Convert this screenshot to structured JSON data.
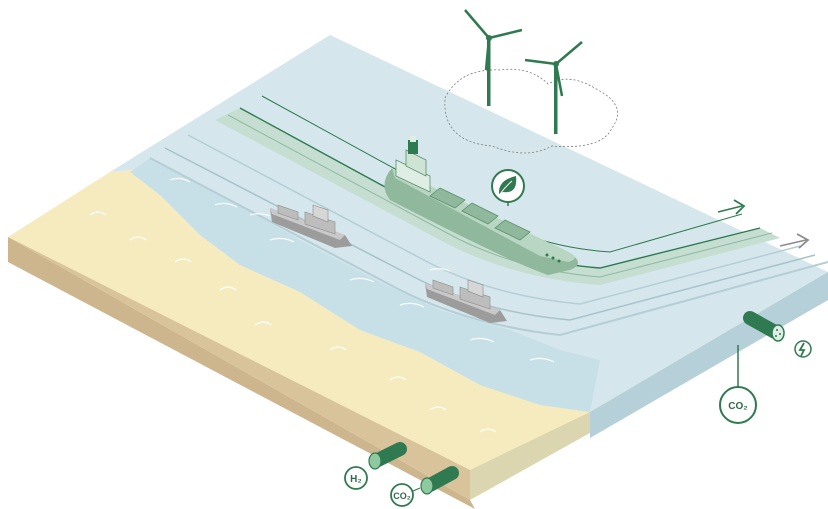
{
  "labels": {
    "co2_sea": "CO₂",
    "h2_pipe": "H₂",
    "co2_pipe": "CO₂"
  },
  "icons": {
    "ship_badge": "leaf-icon",
    "power_badge": "lightning-icon",
    "turbines": "wind-turbine-icon"
  },
  "colors": {
    "sea": "#d5e7ec",
    "sea_edge": "#b9d4dc",
    "lane_green": "#cfe3d8",
    "lane_dark": "#bfd8ca",
    "sand": "#f5ebbe",
    "soil": "#d9c39a",
    "soil_dark": "#cbb189",
    "accent": "#2f7a50",
    "ship": "#a9c9b2",
    "tug": "#b0b0b0"
  }
}
